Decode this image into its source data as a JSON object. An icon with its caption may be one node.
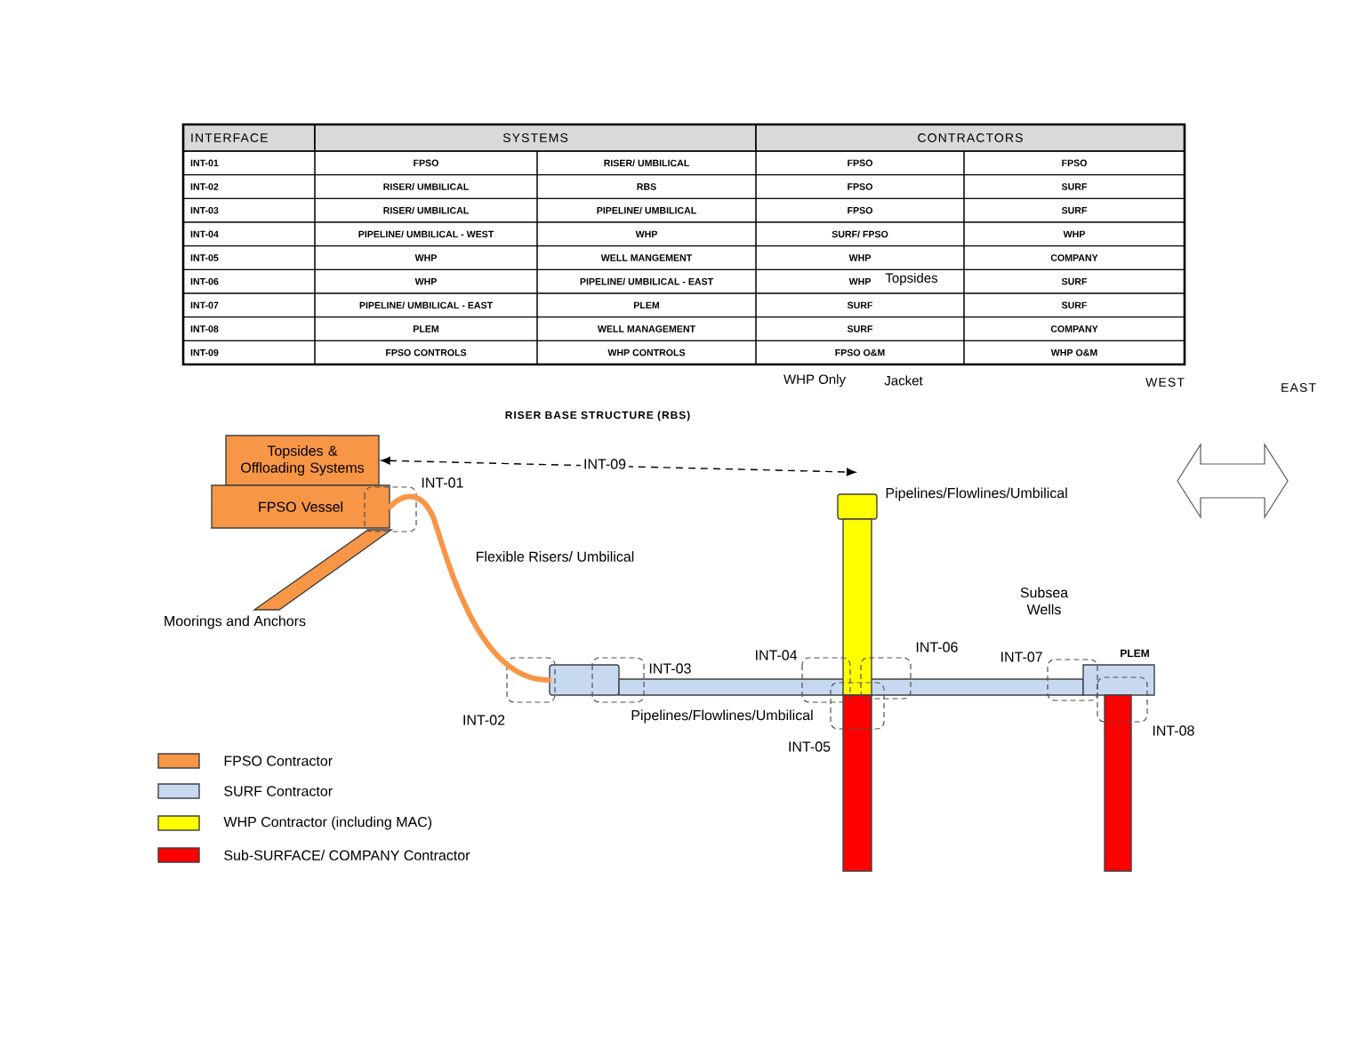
{
  "diagram": {
    "nodes": [
      {
        "text": [
          "Topsides & Offloading Systems"
        ]
      },
      {
        "text": [
          "FPSO Vessel"
        ]
      },
      {
        "text": [],
        "shape": "bar",
        "beside": [
          "Moorings and Anchors"
        ]
      },
      {
        "text": [],
        "shape": "box"
      },
      {
        "text": [],
        "shape": "bar",
        "beside": [
          "Pipelines/Flowlines/Umbilical"
        ]
      },
      {
        "text": [],
        "shape": "box",
        "beside": [
          "Pipelines/Flowlines/Umbilical"
        ]
      },
      {
        "text": [],
        "shape": "bar"
      },
      {
        "text": [],
        "shape": "bar"
      },
      {
        "text": [
          "PLEM"
        ]
      },
      {
        "text": [],
        "shape": "bar"
      }
    ],
    "edges": [
      {
        "from": 0,
        "to": 5,
        "arrow": "both",
        "label": "INT-09",
        "style": "dashed"
      },
      {
        "from": 1,
        "to": 3,
        "arrow": "none",
        "label": "Flexible Risers/ Umbilical",
        "style": "thick",
        "color": "#f79646"
      }
    ],
    "labels": [
      "INTERFACE",
      "SYSTEMS",
      "CONTRACTORS",
      "INT-01",
      "FPSO",
      "RISER/ UMBILICAL",
      "FPSO",
      "FPSO",
      "INT-02",
      "RISER/ UMBILICAL",
      "RBS",
      "FPSO",
      "SURF",
      "INT-03",
      "RISER/ UMBILICAL",
      "PIPELINE/ UMBILICAL",
      "FPSO",
      "SURF",
      "INT-04",
      "PIPELINE/ UMBILICAL - WEST",
      "WHP",
      "SURF/ FPSO",
      "WHP",
      "INT-05",
      "WHP",
      "WELL MANGEMENT",
      "WHP",
      "COMPANY",
      "INT-06",
      "WHP",
      "PIPELINE/ UMBILICAL - EAST",
      "WHP",
      "SURF",
      "INT-07",
      "PIPELINE/ UMBILICAL - EAST",
      "PLEM",
      "SURF",
      "SURF",
      "INT-08",
      "PLEM",
      "WELL MANAGEMENT",
      "SURF",
      "COMPANY",
      "INT-09",
      "FPSO CONTROLS",
      "WHP CONTROLS",
      "FPSO O&M",
      "WHP O&M",
      "Topsides",
      "WHP Only",
      "Jacket",
      "RISER BASE STRUCTURE (RBS)",
      "WEST",
      "EAST",
      "Subsea Wells",
      "INT-01",
      "INT-02",
      "INT-03",
      "INT-04",
      "INT-05",
      "INT-06",
      "INT-07",
      "INT-08"
    ],
    "legend": [
      {
        "text": "FPSO Contractor",
        "color": "#f79646"
      },
      {
        "text": "SURF Contractor",
        "color": "#c6d9f1"
      },
      {
        "text": "WHP Contractor (including MAC)",
        "color": "#ffff00"
      },
      {
        "text": "Sub-SURFACE/ COMPANY Contractor",
        "color": "#ff0000"
      }
    ]
  }
}
